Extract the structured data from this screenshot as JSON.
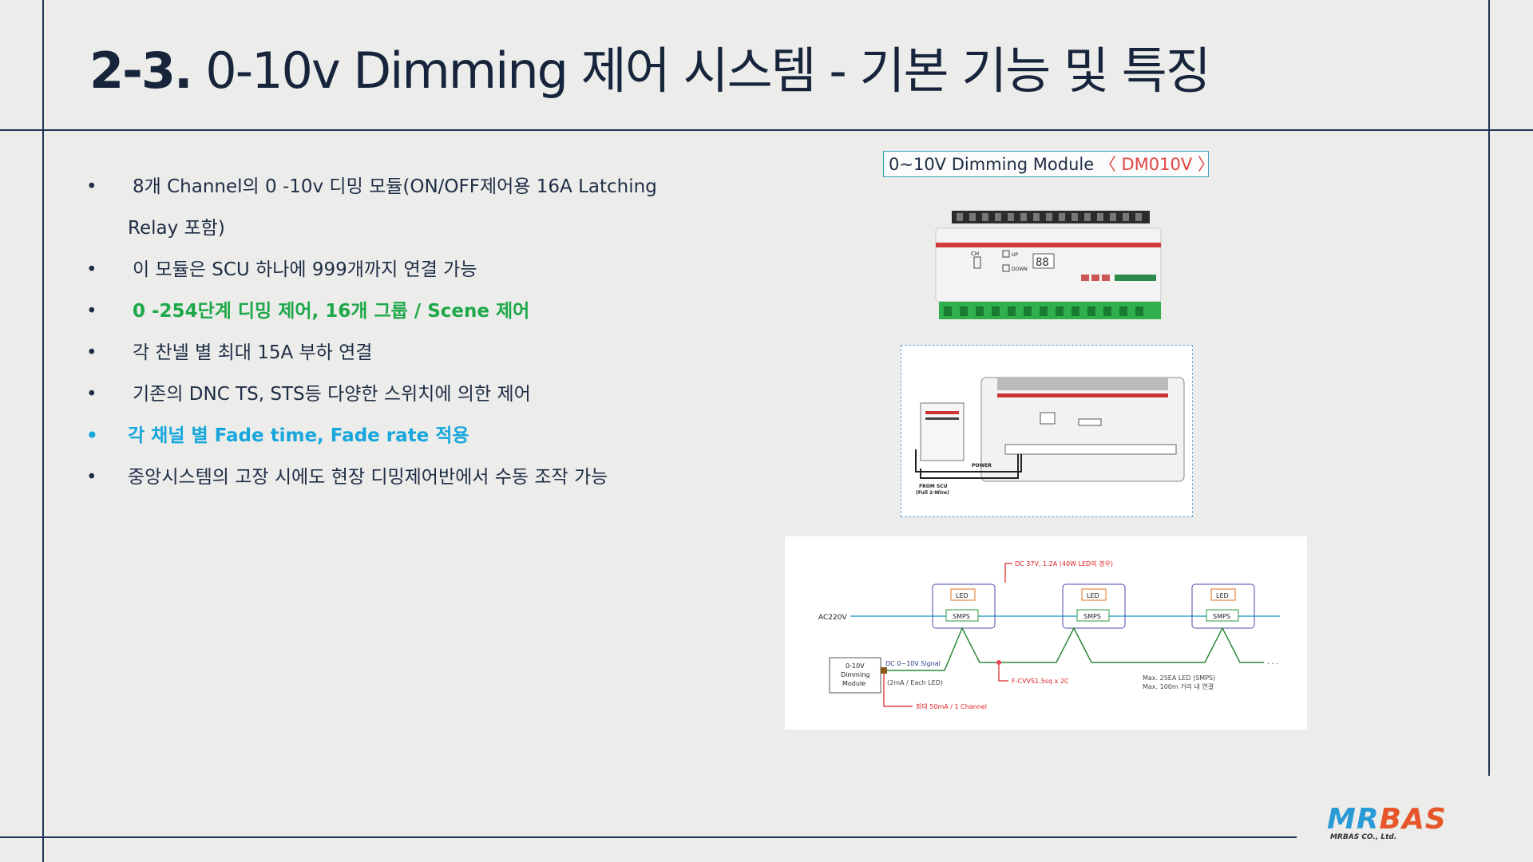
{
  "title": {
    "num": "2-3.",
    "text": "0-10v Dimming 제어 시스템 -  기본 기능 및 특징"
  },
  "bullets": {
    "b1": "8개 Channel의 0 -10v 디밍 모듈(ON/OFF제어용 16A Latching",
    "b1_cont": "Relay 포함)",
    "b2": "이 모듈은 SCU 하나에 999개까지 연결 가능",
    "b3": "0 -254단계 디밍 제어, 16개 그룹 / Scene 제어",
    "b4": "각 찬넬 별 최대 15A 부하 연결",
    "b5": "기존의 DNC TS, STS등 다양한 스위치에 의한 제어",
    "b6": "각 채널 별 Fade time, Fade rate  적용",
    "b7": "중앙시스템의 고장 시에도 현장 디밍제어반에서 수동 조작 가능",
    "dot": "•"
  },
  "module": {
    "label": "0~10V  Dimming  Module",
    "suffix": " 〈 DM010V 〉"
  },
  "device": {
    "ch": "CH",
    "up": "UP",
    "down": "DOWN",
    "display": "88"
  },
  "wiring": {
    "power": "POWER",
    "from_scu": "FROM SCU",
    "full2wire": "(Full 2-Wire)"
  },
  "diagram": {
    "top_note": "DC 37V, 1.2A (40W LED의 경우)",
    "ac": "AC220V",
    "led": "LED",
    "smps": "SMPS",
    "module_l1": "0-10V",
    "module_l2": "Dimming",
    "module_l3": "Module",
    "signal": "DC 0~10V Signal",
    "signal_sub": "(2mA / Each LED)",
    "max_ch": "최대 50mA / 1 Channel",
    "cable": "F-CVVS1.5sq x 2C",
    "max_led": "Max. 25EA LED (SMPS)",
    "max_dist": "Max. 100m 거리 내 연결",
    "dots": ". . ."
  },
  "logo": {
    "mr": "MR",
    "bas": "BAS",
    "sub": "MRBAS CO., Ltd."
  },
  "colors": {
    "title": "#17253c",
    "green": "#1ea84a",
    "blue": "#17a7dc",
    "red": "#e04545",
    "line": "#1f3553"
  }
}
